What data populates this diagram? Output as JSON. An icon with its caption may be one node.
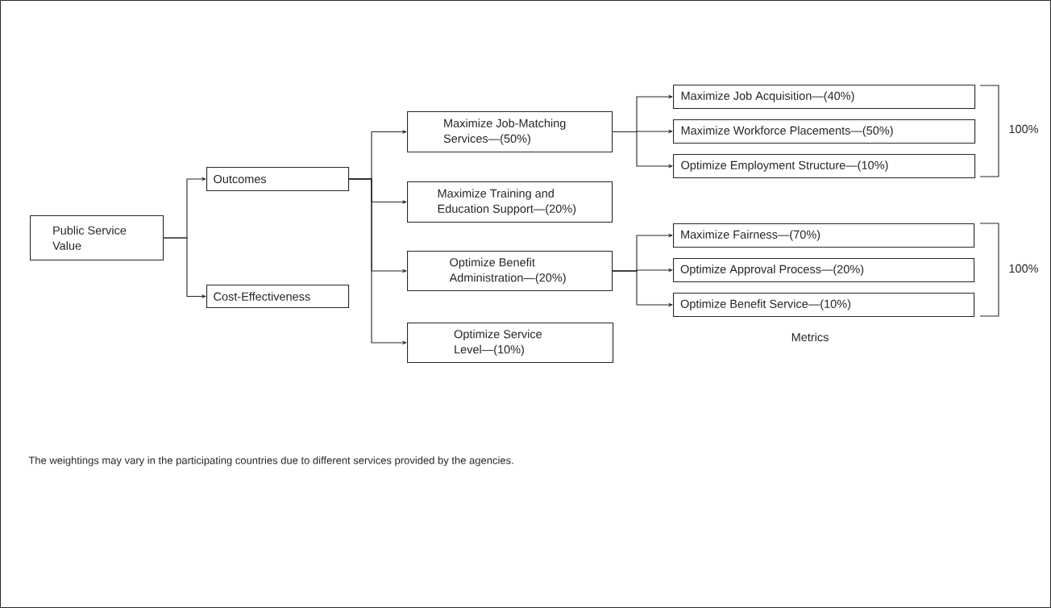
{
  "diagram": {
    "caption": "The weightings may vary in the participating countries due to different services provided by the agencies.",
    "nodes": [
      {
        "text": [
          "Public Service Value"
        ]
      },
      {
        "text": [
          "Outcomes"
        ]
      },
      {
        "text": [
          "Cost-Effectiveness"
        ]
      },
      {
        "text": [
          "Maximize Job-Matching Services—(50%)"
        ]
      },
      {
        "text": [
          "Maximize Training and Education Support—(20%)"
        ]
      },
      {
        "text": [
          "Optimize Benefit Administration—(20%)"
        ]
      },
      {
        "text": [
          "Optimize Service Level—(10%)"
        ]
      },
      {
        "text": [
          "Maximize Job Acquisition—(40%)"
        ]
      },
      {
        "text": [
          "Maximize Workforce Placements—(50%)"
        ]
      },
      {
        "text": [
          "Optimize Employment Structure—(10%)"
        ]
      },
      {
        "text": [
          "Maximize Fairness—(70%)"
        ]
      },
      {
        "text": [
          "Optimize Approval Process—(20%)"
        ]
      },
      {
        "text": [
          "Optimize Benefit Service—(10%)"
        ]
      }
    ],
    "edges": [
      {
        "from": 0,
        "to": 1,
        "arrow": "to"
      },
      {
        "from": 0,
        "to": 2,
        "arrow": "to"
      },
      {
        "from": 1,
        "to": 3,
        "arrow": "to"
      },
      {
        "from": 1,
        "to": 4,
        "arrow": "to"
      },
      {
        "from": 1,
        "to": 5,
        "arrow": "to"
      },
      {
        "from": 1,
        "to": 6,
        "arrow": "to"
      },
      {
        "from": 3,
        "to": 7,
        "arrow": "to"
      },
      {
        "from": 3,
        "to": 8,
        "arrow": "to"
      },
      {
        "from": 3,
        "to": 9,
        "arrow": "to"
      },
      {
        "from": 5,
        "to": 10,
        "arrow": "to"
      },
      {
        "from": 5,
        "to": 11,
        "arrow": "to"
      },
      {
        "from": 5,
        "to": 12,
        "arrow": "to"
      }
    ],
    "labels": [
      "100%",
      "100%",
      "Metrics"
    ]
  }
}
